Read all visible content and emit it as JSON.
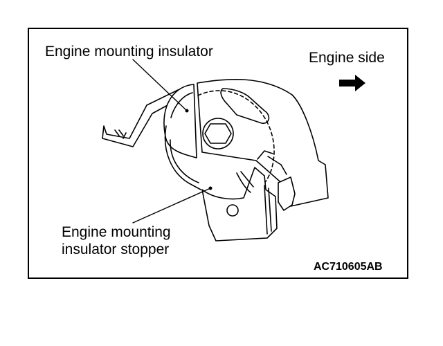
{
  "labels": {
    "insulator": "Engine mounting insulator",
    "engine_side": "Engine side",
    "stopper_line1": "Engine mounting",
    "stopper_line2": "insulator stopper",
    "figure_code": "AC710605AB"
  },
  "icons": {
    "direction": "arrow-right-icon"
  },
  "colors": {
    "ink": "#000000",
    "paper": "#ffffff"
  }
}
